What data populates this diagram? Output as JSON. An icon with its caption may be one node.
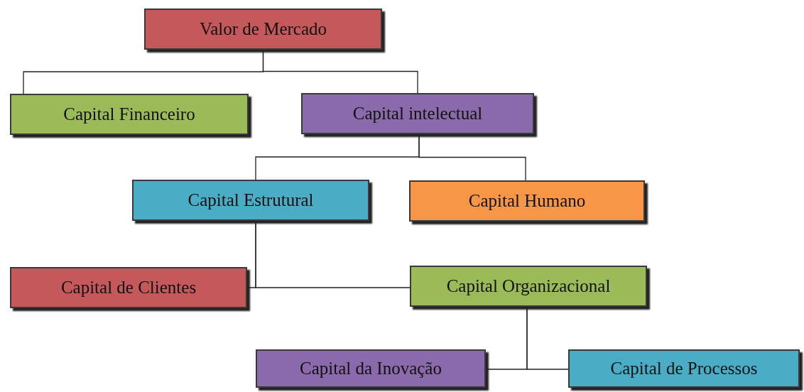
{
  "diagram": {
    "nodes": [
      {
        "text": [
          "Valor de Mercado"
        ]
      },
      {
        "text": [
          "Capital Financeiro"
        ]
      },
      {
        "text": [
          "Capital intelectual"
        ]
      },
      {
        "text": [
          "Capital Estrutural"
        ]
      },
      {
        "text": [
          "Capital Humano"
        ]
      },
      {
        "text": [
          "Capital de Clientes"
        ]
      },
      {
        "text": [
          "Capital Organizacional"
        ]
      },
      {
        "text": [
          "Capital da Inovação"
        ]
      },
      {
        "text": [
          "Capital de Processos"
        ]
      }
    ],
    "edges": [
      {
        "from": 0,
        "to": 1,
        "arrow": "none"
      },
      {
        "from": 0,
        "to": 2,
        "arrow": "none"
      },
      {
        "from": 2,
        "to": 3,
        "arrow": "none"
      },
      {
        "from": 2,
        "to": 4,
        "arrow": "none"
      },
      {
        "from": 3,
        "to": 5,
        "arrow": "none"
      },
      {
        "from": 3,
        "to": 6,
        "arrow": "none"
      },
      {
        "from": 6,
        "to": 7,
        "arrow": "none"
      },
      {
        "from": 6,
        "to": 8,
        "arrow": "none"
      }
    ]
  }
}
